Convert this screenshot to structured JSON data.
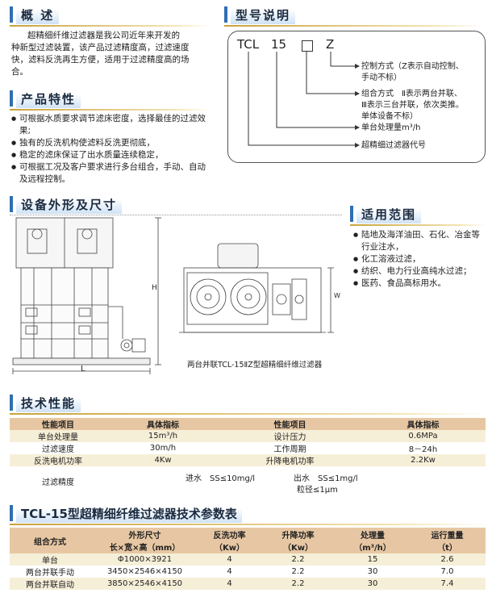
{
  "overview": {
    "title": "概 述",
    "lines": [
      "超精细纤维过滤器是我公司近年来开发的",
      "种新型过滤装置，该产品过滤精度高，过滤速度",
      "快，滤料反洗再生方便，适用于过滤精度高的场",
      "合。"
    ]
  },
  "features": {
    "title": "产品特性",
    "items": [
      "可根据水质要求调节滤床密度，选择最佳的过滤效果;",
      "独有的反洗机构使滤料反洗更彻底，",
      "稳定的滤床保证了出水质量连续稳定，",
      "可根据工况及客户要求进行多台组合，手动、自动及远程控制。"
    ]
  },
  "model": {
    "title": "型号说明",
    "code_prefix": "TCL",
    "code_num": "15",
    "code_box": "□",
    "code_z": "Z",
    "desc": [
      "控制方式（Z表示自动控制、",
      "手动不标）",
      "组合方式　Ⅱ表示两台并联、",
      "Ⅲ表示三台并联，依次类推。",
      "单体设备不标）",
      "单台处理量m³/h",
      "超精细过滤器代号"
    ]
  },
  "equipment": {
    "title": "设备外形及尺寸",
    "dim_h": "H",
    "dim_l": "L",
    "dim_w": "W",
    "caption": "两台并联TCL-15ⅡZ型超精细纤维过滤器"
  },
  "scope": {
    "title": "适用范围",
    "items": [
      "陆地及海洋油田、石化、冶金等行业注水，",
      "化工溶液过滤，",
      "纺织、电力行业高纯水过滤；",
      "医药、食品高标用水。"
    ]
  },
  "tech": {
    "title": "技术性能",
    "headers": [
      "性能项目",
      "具体指标",
      "性能项目",
      "具体指标"
    ],
    "rows": [
      [
        "单台处理量",
        "15m³/h",
        "设计压力",
        "0.6MPa"
      ],
      [
        "过滤速度",
        "30m/h",
        "工作周期",
        "8－24h"
      ],
      [
        "反洗电机功率",
        "4Kw",
        "升降电机功率",
        "2.2Kw"
      ]
    ],
    "precision_label": "过滤精度",
    "precision_in": "进水　SS≤10mg/l",
    "precision_out": "出水　SS≤1mg/l",
    "precision_particle": "粒径≤1μm"
  },
  "params": {
    "title": "TCL-15型超精细纤维过滤器技术参数表",
    "headers": [
      [
        "组合方式"
      ],
      [
        "外形尺寸",
        "长×宽×高（mm）"
      ],
      [
        "反洗功率",
        "（Kw）"
      ],
      [
        "升降功率",
        "（Kw）"
      ],
      [
        "处理量",
        "（m³/h）"
      ],
      [
        "运行重量",
        "（t）"
      ]
    ],
    "rows": [
      [
        "单台",
        "Φ1000×3921",
        "4",
        "2.2",
        "15",
        "2.6"
      ],
      [
        "两台并联手动",
        "3450×2546×4150",
        "4",
        "2.2",
        "30",
        "7.0"
      ],
      [
        "两台并联自动",
        "3850×2546×4150",
        "4",
        "2.2",
        "30",
        "7.4"
      ]
    ]
  }
}
